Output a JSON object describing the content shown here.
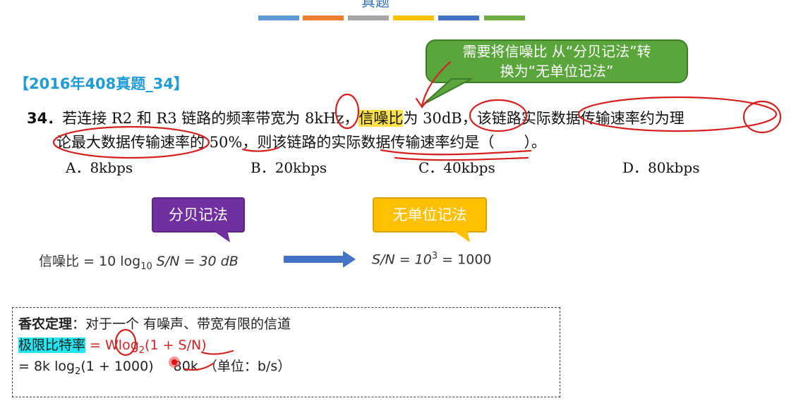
{
  "header": {
    "title_partial": "真题",
    "color_bars": [
      "#5b9bd5",
      "#ed7d31",
      "#a5a5a5",
      "#ffc000",
      "#4472c4",
      "#70ad47"
    ]
  },
  "question_tag": "【2016年408真题_34】",
  "callout_note": {
    "line1": "需要将信噪比 从“分贝记法”转",
    "line2": "换为“无单位记法”"
  },
  "question": {
    "number": "34．",
    "part1": "若连接 R2 和 R3 链路的频率带宽为 8kHz，",
    "highlight": "信噪比",
    "part2": "为 30dB，该链路实际数据传输速率约为理",
    "line2": "论最大数据传输速率的 50%，则该链路的实际数据传输速率约是（　　）。",
    "options": [
      "A．8kbps",
      "B．20kbps",
      "C．40kbps",
      "D．80kbps"
    ]
  },
  "bubbles": {
    "decibel": "分贝记法",
    "unitless": "无单位记法"
  },
  "formulas": {
    "decibel_left": "信噪比 = 10 log",
    "decibel_sub": "10",
    "decibel_right": " S/N = 30 dB",
    "unitless_left": "S/N = 10",
    "unitless_sup": "3",
    "unitless_right": " = 1000"
  },
  "shannon_box": {
    "title": "香农定理",
    "title_rest": "：对于一个 有噪声、带宽有限的信道",
    "limit_label": "极限比特率",
    "limit_formula_a": " = Wlog",
    "limit_formula_sub": "2",
    "limit_formula_b": "(1 + S/N)",
    "calc_a": "= 8k  log",
    "calc_sub": "2",
    "calc_b": "(1 + 1000)",
    "calc_result": "80k",
    "calc_unit": "（单位：b/s）"
  },
  "colors": {
    "callout_green": "#5aa63c",
    "bubble_purple": "#7030a0",
    "bubble_yellow": "#ffc000",
    "arrow_blue": "#4472c4",
    "ink_red": "#d42020",
    "tag_blue": "#1f9bd6"
  }
}
